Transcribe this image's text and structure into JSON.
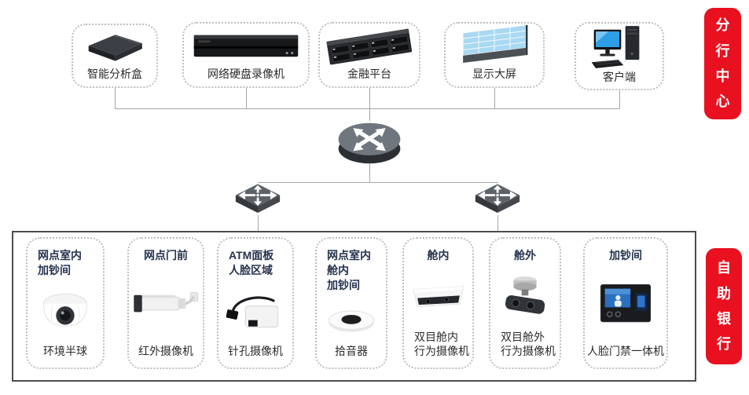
{
  "diagram": {
    "badges": {
      "branch_center": "分行中心",
      "self_service_bank": "自助银行"
    },
    "top_devices": [
      {
        "label": "智能分析盒",
        "icon": "analysis-box"
      },
      {
        "label": "网络硬盘录像机",
        "icon": "nvr-recorder"
      },
      {
        "label": "金融平台",
        "icon": "rack-server"
      },
      {
        "label": "显示大屏",
        "icon": "video-wall"
      },
      {
        "label": "客户端",
        "icon": "desktop-client"
      }
    ],
    "network_nodes": [
      {
        "name": "core-router",
        "icon": "router"
      },
      {
        "name": "access-switch-left",
        "icon": "switch"
      },
      {
        "name": "access-switch-right",
        "icon": "switch"
      }
    ],
    "site_devices": [
      {
        "title": [
          "网点室内",
          "加钞间"
        ],
        "label": "环境半球",
        "icon": "dome-camera"
      },
      {
        "title": [
          "网点门前"
        ],
        "label": "红外摄像机",
        "icon": "bullet-camera"
      },
      {
        "title": [
          "ATM面板",
          "人脸区域"
        ],
        "label": "针孔摄像机",
        "icon": "pinhole-camera"
      },
      {
        "title": [
          "网点室内",
          "舱内",
          "加钞间"
        ],
        "label": "拾音器",
        "icon": "audio-pickup"
      },
      {
        "title": [
          "舱内"
        ],
        "label": [
          "双目舱内",
          "行为摄像机"
        ],
        "icon": "dual-lens-indoor-camera"
      },
      {
        "title": [
          "舱外"
        ],
        "label": [
          "双目舱外",
          "行为摄像机"
        ],
        "icon": "dual-lens-outdoor-camera"
      },
      {
        "title": [
          "加钞间"
        ],
        "label": "人脸门禁一体机",
        "icon": "face-access-terminal"
      }
    ],
    "colors": {
      "badge_red": "#e9101f",
      "title_navy": "#25334e",
      "line_gray": "#a3a7ab"
    }
  }
}
